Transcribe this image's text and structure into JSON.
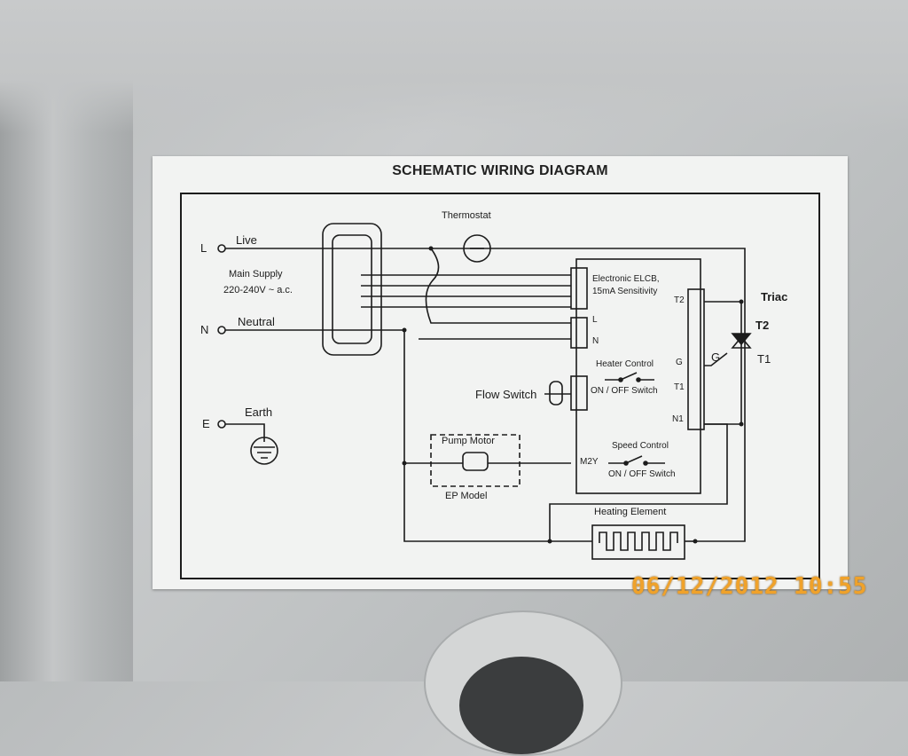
{
  "title": "SCHEMATIC WIRING DIAGRAM",
  "terminals": {
    "l": "L",
    "n": "N",
    "e": "E"
  },
  "labels": {
    "live": "Live",
    "neutral": "Neutral",
    "earth": "Earth",
    "main_supply_1": "Main Supply",
    "main_supply_2": "220-240V ~ a.c.",
    "thermostat": "Thermostat",
    "elcb_1": "Electronic ELCB,",
    "elcb_2": "15mA Sensitivity",
    "pcb_t2": "T2",
    "pcb_l": "L",
    "pcb_n": "N",
    "pcb_g": "G",
    "pcb_t1": "T1",
    "pcb_n1": "N1",
    "pcb_m2y": "M2Y",
    "heater_control": "Heater Control",
    "heater_switch": "ON / OFF Switch",
    "speed_control": "Speed Control",
    "speed_switch": "ON / OFF Switch",
    "flow_switch": "Flow Switch",
    "pump_motor": "Pump Motor",
    "ep_model": "EP Model",
    "triac": "Triac",
    "triac_t2": "T2",
    "triac_t1": "T1",
    "triac_g": "G",
    "heating_element": "Heating Element"
  },
  "date_stamp": "06/12/2012  10:55",
  "colors": {
    "ink": "#1c1c1c",
    "sticker": "#f2f3f2",
    "stamp": "#f0a22a"
  }
}
